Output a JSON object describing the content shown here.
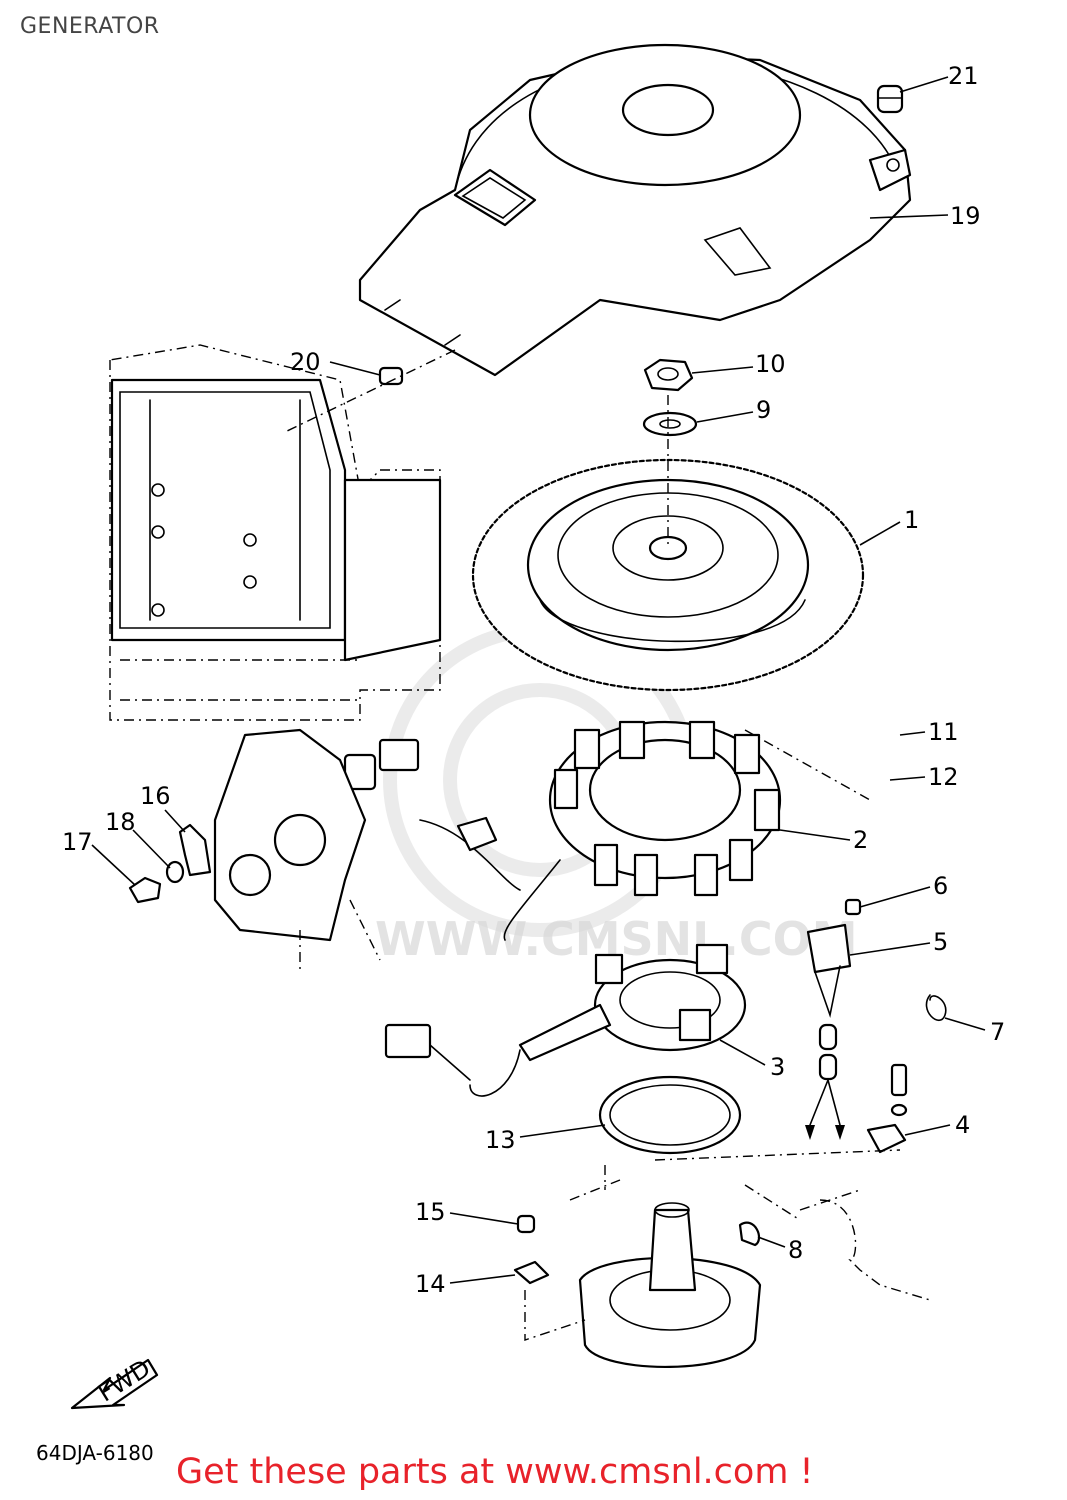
{
  "title": "GENERATOR",
  "diagram_code": "64DJA-6180",
  "direction_marker": "FWD",
  "watermark": "WWW.CMSNL.COM",
  "footer_promo": "Get these parts at www.cmsnl.com !",
  "callouts": [
    {
      "id": "c1",
      "label": "1"
    },
    {
      "id": "c2",
      "label": "2"
    },
    {
      "id": "c3",
      "label": "3"
    },
    {
      "id": "c4",
      "label": "4"
    },
    {
      "id": "c5",
      "label": "5"
    },
    {
      "id": "c6",
      "label": "6"
    },
    {
      "id": "c7",
      "label": "7"
    },
    {
      "id": "c8",
      "label": "8"
    },
    {
      "id": "c9",
      "label": "9"
    },
    {
      "id": "c10",
      "label": "10"
    },
    {
      "id": "c11",
      "label": "11"
    },
    {
      "id": "c12",
      "label": "12"
    },
    {
      "id": "c13",
      "label": "13"
    },
    {
      "id": "c14",
      "label": "14"
    },
    {
      "id": "c15",
      "label": "15"
    },
    {
      "id": "c16",
      "label": "16"
    },
    {
      "id": "c17",
      "label": "17"
    },
    {
      "id": "c18",
      "label": "18"
    },
    {
      "id": "c19",
      "label": "19"
    },
    {
      "id": "c20",
      "label": "20"
    },
    {
      "id": "c21",
      "label": "21"
    }
  ],
  "colors": {
    "line": "#000000",
    "title": "#444444",
    "promo": "#e8222a",
    "watermark": "#d8d8d8"
  }
}
